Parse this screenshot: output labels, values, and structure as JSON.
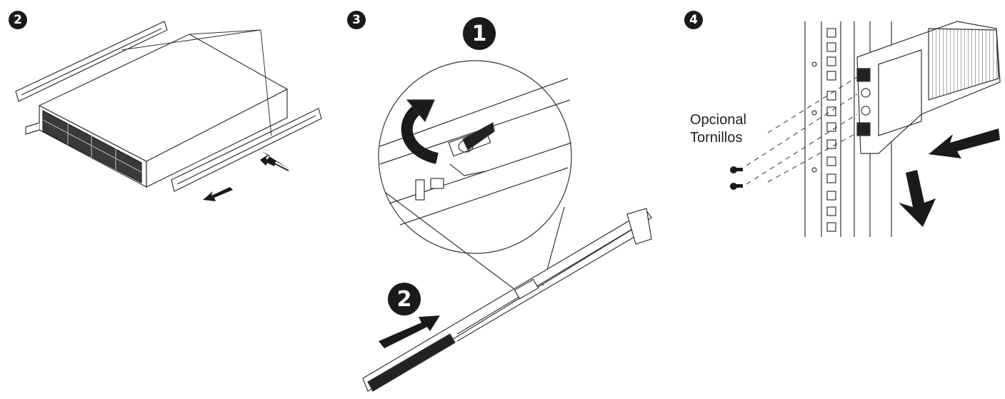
{
  "steps": {
    "step2": {
      "badge": "2"
    },
    "step3": {
      "badge": "3",
      "sub_badge_1": "1",
      "sub_badge_2": "2"
    },
    "step4": {
      "badge": "4",
      "caption_line1": "Opcional",
      "caption_line2": "Tornillos"
    }
  },
  "icons": [
    "arrow-icon",
    "rotate-arrow-icon",
    "screw-icon"
  ],
  "colors": {
    "ink": "#1a1a1a",
    "line": "#333333",
    "background": "#ffffff"
  }
}
